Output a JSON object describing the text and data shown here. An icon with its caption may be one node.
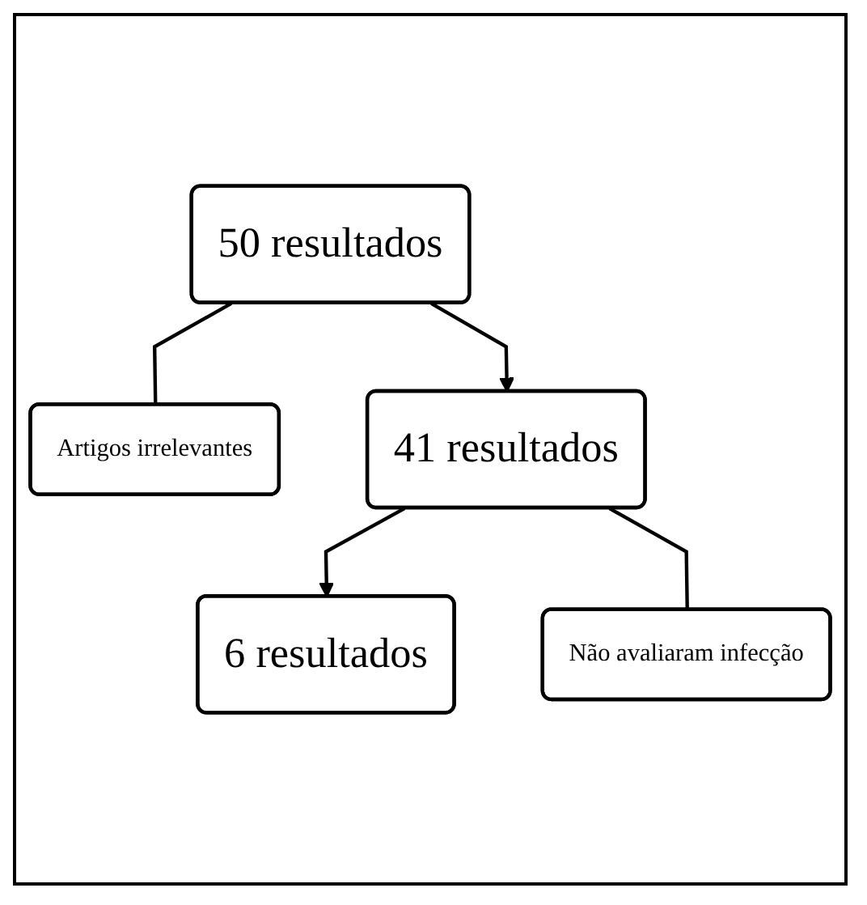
{
  "diagram": {
    "nodes": [
      {
        "text": [
          "50 resultados"
        ]
      },
      {
        "text": [
          "Artigos irrelevantes"
        ]
      },
      {
        "text": [
          "41 resultados"
        ]
      },
      {
        "text": [
          "Não avaliaram infecção"
        ]
      },
      {
        "text": [
          "6 resultados"
        ]
      }
    ],
    "edges": [
      {
        "from": 0,
        "to": 2,
        "arrow": "to"
      },
      {
        "from": 0,
        "to": 1,
        "arrow": "none"
      },
      {
        "from": 2,
        "to": 4,
        "arrow": "to"
      },
      {
        "from": 2,
        "to": 3,
        "arrow": "none"
      }
    ]
  }
}
